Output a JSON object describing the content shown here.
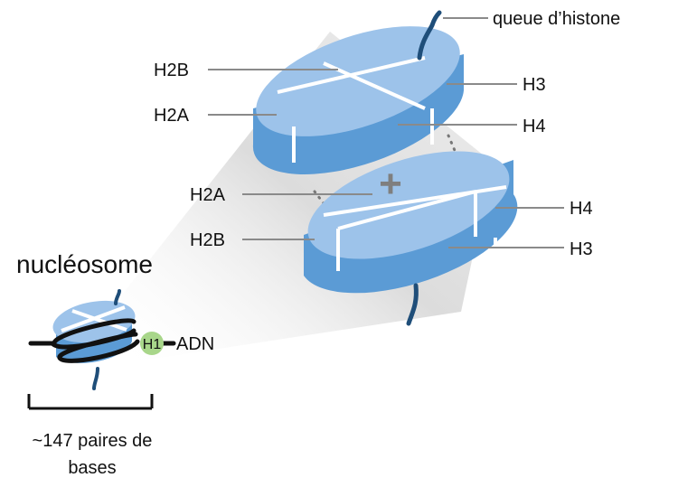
{
  "diagram": {
    "histone_tail_label": "queue d’histone",
    "upper_disc": {
      "h2b": "H2B",
      "h2a": "H2A",
      "h3": "H3",
      "h4": "H4"
    },
    "lower_disc": {
      "h2a": "H2A",
      "h2b": "H2B",
      "h4": "H4",
      "h3": "H3"
    },
    "plus_sign": "+",
    "nucleosome_label": "nucléosome",
    "h1_label": "H1",
    "dna_label": "ADN",
    "base_pairs_line1": "~147 paires de",
    "base_pairs_line2": "bases"
  },
  "colors": {
    "disc_top": "#9dc3ea",
    "disc_side": "#5b9bd5",
    "tail": "#1f4e79",
    "h1_fill": "#a8d68a",
    "dna": "#111111",
    "cone": "#e6e6e6",
    "dotted": "#777777",
    "plus": "#7f7f7f"
  }
}
